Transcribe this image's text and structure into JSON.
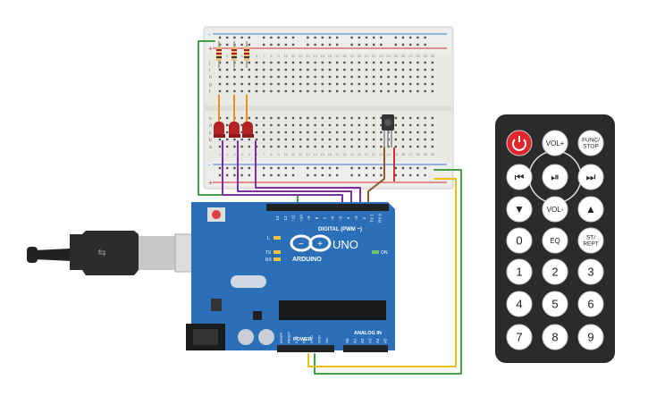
{
  "arduino": {
    "brand": "ARDUINO",
    "model": "UNO",
    "digital_label": "DIGITAL (PWM ~)",
    "power_label": "POWER",
    "analog_label": "ANALOG IN",
    "on_label": "ON",
    "l_label": "L",
    "tx_label": "TX",
    "rx_label": "RX",
    "aref_label": "AREF",
    "gnd_label": "GND",
    "digital_pins": [
      "13",
      "12",
      "~11",
      "~10",
      "~9",
      "8",
      "7",
      "~6",
      "~5",
      "4",
      "~3",
      "2",
      "TX 1",
      "RX 0"
    ],
    "power_pins": [
      "IOREF",
      "RESET",
      "3.3V",
      "5V",
      "GND",
      "GND",
      "Vin"
    ],
    "analog_pins": [
      "A0",
      "A1",
      "A2",
      "A3",
      "A4",
      "A5"
    ]
  },
  "breadboard": {
    "row_letters_top": [
      "j",
      "i",
      "h",
      "g",
      "f"
    ],
    "row_letters_bottom": [
      "e",
      "d",
      "c",
      "b",
      "a"
    ],
    "plus": "+",
    "minus": "-",
    "column_numbers": [
      "1",
      "2",
      "3",
      "4",
      "5",
      "6",
      "7",
      "8",
      "9",
      "10",
      "11",
      "12",
      "13",
      "14",
      "15",
      "16",
      "17",
      "18",
      "19",
      "20",
      "21",
      "22",
      "23",
      "24",
      "25",
      "26",
      "27",
      "28",
      "29",
      "30"
    ]
  },
  "remote": {
    "buttons": [
      {
        "id": "power",
        "label": ""
      },
      {
        "id": "vol-up",
        "label": "VOL+"
      },
      {
        "id": "func-stop",
        "label": "FUNC/\nSTOP"
      },
      {
        "id": "prev",
        "label": ""
      },
      {
        "id": "play-pause",
        "label": ""
      },
      {
        "id": "next",
        "label": ""
      },
      {
        "id": "down",
        "label": ""
      },
      {
        "id": "vol-down",
        "label": "VOL-"
      },
      {
        "id": "up",
        "label": ""
      },
      {
        "id": "0",
        "label": "0"
      },
      {
        "id": "eq",
        "label": "EQ"
      },
      {
        "id": "st-rept",
        "label": "ST/\nREPT"
      },
      {
        "id": "1",
        "label": "1"
      },
      {
        "id": "2",
        "label": "2"
      },
      {
        "id": "3",
        "label": "3"
      },
      {
        "id": "4",
        "label": "4"
      },
      {
        "id": "5",
        "label": "5"
      },
      {
        "id": "6",
        "label": "6"
      },
      {
        "id": "7",
        "label": "7"
      },
      {
        "id": "8",
        "label": "8"
      },
      {
        "id": "9",
        "label": "9"
      }
    ]
  },
  "colors": {
    "board_blue": "#2a6fb7",
    "wire_green": "#43a047",
    "wire_yellow": "#e8c21a",
    "wire_purple": "#7b2fa0",
    "wire_brown": "#8c5a2b",
    "wire_orange": "#f0901c",
    "led_red": "#b42424",
    "remote_body": "#2b2b2b",
    "power_red": "#e3242b"
  }
}
